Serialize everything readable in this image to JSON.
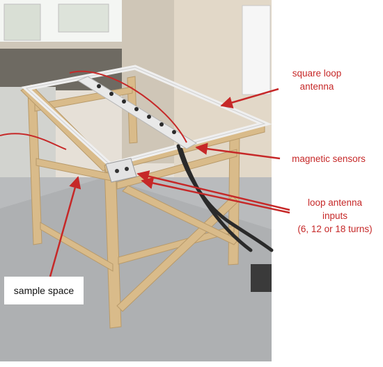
{
  "figure": {
    "labels": {
      "square_loop_antenna": [
        "square loop",
        "antenna"
      ],
      "magnetic_sensors": "magnetic sensors",
      "loop_antenna_inputs": [
        "loop antenna",
        "inputs",
        "(6, 12 or 18 turns)"
      ],
      "sample_space": "sample space"
    },
    "colors": {
      "annotation": "#c62828",
      "sample_box_text": "#111111",
      "wood": "#d9bb8a",
      "floor": "#b9bbbd",
      "wall": "#ddd5c8",
      "antenna_frame": "#ececec"
    }
  }
}
